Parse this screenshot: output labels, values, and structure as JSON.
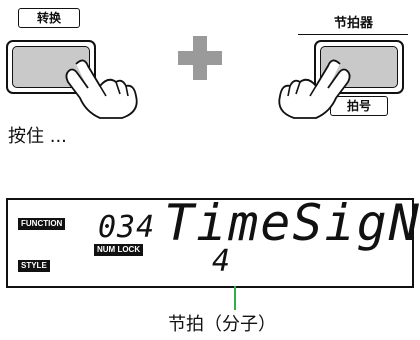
{
  "left_button": {
    "label": "转换"
  },
  "right_button": {
    "top_label": "节拍器",
    "bottom_label": "拍号"
  },
  "instruction": "按住 ...",
  "lcd": {
    "function_tag": "FUNCTION",
    "style_tag": "STYLE",
    "numlock_tag": "NUM LOCK",
    "number": "034",
    "name": "TimeSigN",
    "value": "4"
  },
  "caption": "节拍（分子）",
  "colors": {
    "button_fill": "#c9c9c9",
    "plus": "#9a9a9a",
    "pointer_line": "#2bb24c"
  }
}
